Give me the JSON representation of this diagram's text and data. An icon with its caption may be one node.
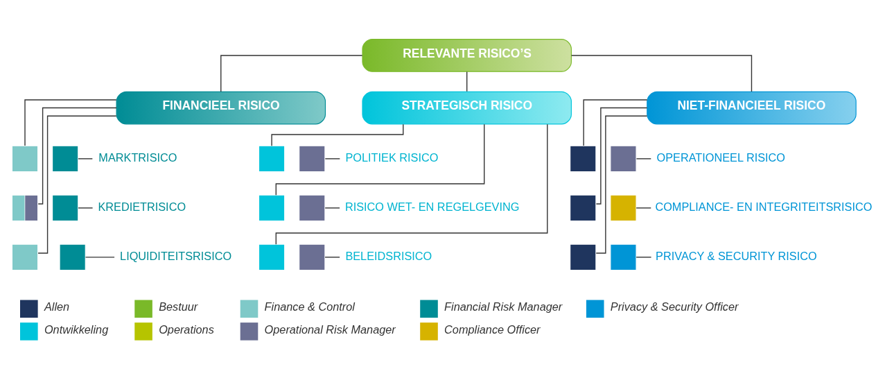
{
  "diagram": {
    "nodes": [
      {
        "text": [
          "RELEVANTE RISICO’S"
        ]
      },
      {
        "text": [
          "FINANCIEEL RISICO"
        ]
      },
      {
        "text": [
          "STRATEGISCH RISICO"
        ]
      },
      {
        "text": [
          "NIET-FINANCIEEL RISICO"
        ]
      },
      {
        "text": [],
        "shape": "box"
      },
      {
        "text": [],
        "shape": "box"
      },
      {
        "text": [
          "MARKTRISICO"
        ]
      },
      {
        "text": [],
        "shape": "box"
      },
      {
        "text": [],
        "shape": "box"
      },
      {
        "text": [
          "KREDIETRISICO"
        ]
      },
      {
        "text": [],
        "shape": "box"
      },
      {
        "text": [],
        "shape": "box"
      },
      {
        "text": [
          "LIQUIDITEITSRISICO"
        ]
      },
      {
        "text": [],
        "shape": "box"
      },
      {
        "text": [],
        "shape": "box"
      },
      {
        "text": [
          "POLITIEK RISICO"
        ]
      },
      {
        "text": [],
        "shape": "box"
      },
      {
        "text": [],
        "shape": "box"
      },
      {
        "text": [
          "RISICO WET- EN REGELGEVING"
        ]
      },
      {
        "text": [],
        "shape": "box"
      },
      {
        "text": [],
        "shape": "box"
      },
      {
        "text": [
          "BELEIDSRISICO"
        ]
      },
      {
        "text": [],
        "shape": "box"
      },
      {
        "text": [],
        "shape": "box"
      },
      {
        "text": [
          "OPERATIONEEL RISICO"
        ]
      },
      {
        "text": [],
        "shape": "box"
      },
      {
        "text": [],
        "shape": "box"
      },
      {
        "text": [
          "COMPLIANCE- EN INTEGRITEITSRISICO"
        ]
      },
      {
        "text": [],
        "shape": "box"
      },
      {
        "text": [],
        "shape": "box"
      },
      {
        "text": [
          "PRIVACY & SECURITY RISICO"
        ]
      }
    ],
    "edges": [
      {
        "from": 0,
        "to": 1,
        "arrow": "none"
      },
      {
        "from": 0,
        "to": 2,
        "arrow": "none"
      },
      {
        "from": 0,
        "to": 3,
        "arrow": "none"
      },
      {
        "from": 1,
        "to": 4,
        "arrow": "none"
      },
      {
        "from": 5,
        "to": 6,
        "arrow": "none"
      },
      {
        "from": 1,
        "to": 7,
        "arrow": "none"
      },
      {
        "from": 8,
        "to": 9,
        "arrow": "none"
      },
      {
        "from": 1,
        "to": 10,
        "arrow": "none"
      },
      {
        "from": 11,
        "to": 12,
        "arrow": "none"
      },
      {
        "from": 2,
        "to": 13,
        "arrow": "none"
      },
      {
        "from": 14,
        "to": 15,
        "arrow": "none"
      },
      {
        "from": 2,
        "to": 16,
        "arrow": "none"
      },
      {
        "from": 17,
        "to": 18,
        "arrow": "none"
      },
      {
        "from": 2,
        "to": 19,
        "arrow": "none"
      },
      {
        "from": 20,
        "to": 21,
        "arrow": "none"
      },
      {
        "from": 3,
        "to": 22,
        "arrow": "none"
      },
      {
        "from": 23,
        "to": 24,
        "arrow": "none"
      },
      {
        "from": 3,
        "to": 25,
        "arrow": "none"
      },
      {
        "from": 26,
        "to": 27,
        "arrow": "none"
      },
      {
        "from": 3,
        "to": 28,
        "arrow": "none"
      },
      {
        "from": 29,
        "to": 30,
        "arrow": "none"
      }
    ],
    "legend": [
      {
        "text": "Allen",
        "color": "#1f355e"
      },
      {
        "text": "Bestuur",
        "color": "#7ab929"
      },
      {
        "text": "Finance & Control",
        "color": "#7fc9c8"
      },
      {
        "text": "Financial Risk Manager",
        "color": "#008c95"
      },
      {
        "text": "Privacy & Security Officer",
        "color": "#0095d6"
      },
      {
        "text": "Ontwikkeling",
        "color": "#00c4db"
      },
      {
        "text": "Operations",
        "color": "#b6c400"
      },
      {
        "text": "Operational Risk Manager",
        "color": "#6b6f93"
      },
      {
        "text": "Compliance Officer",
        "color": "#d6b300"
      }
    ]
  }
}
